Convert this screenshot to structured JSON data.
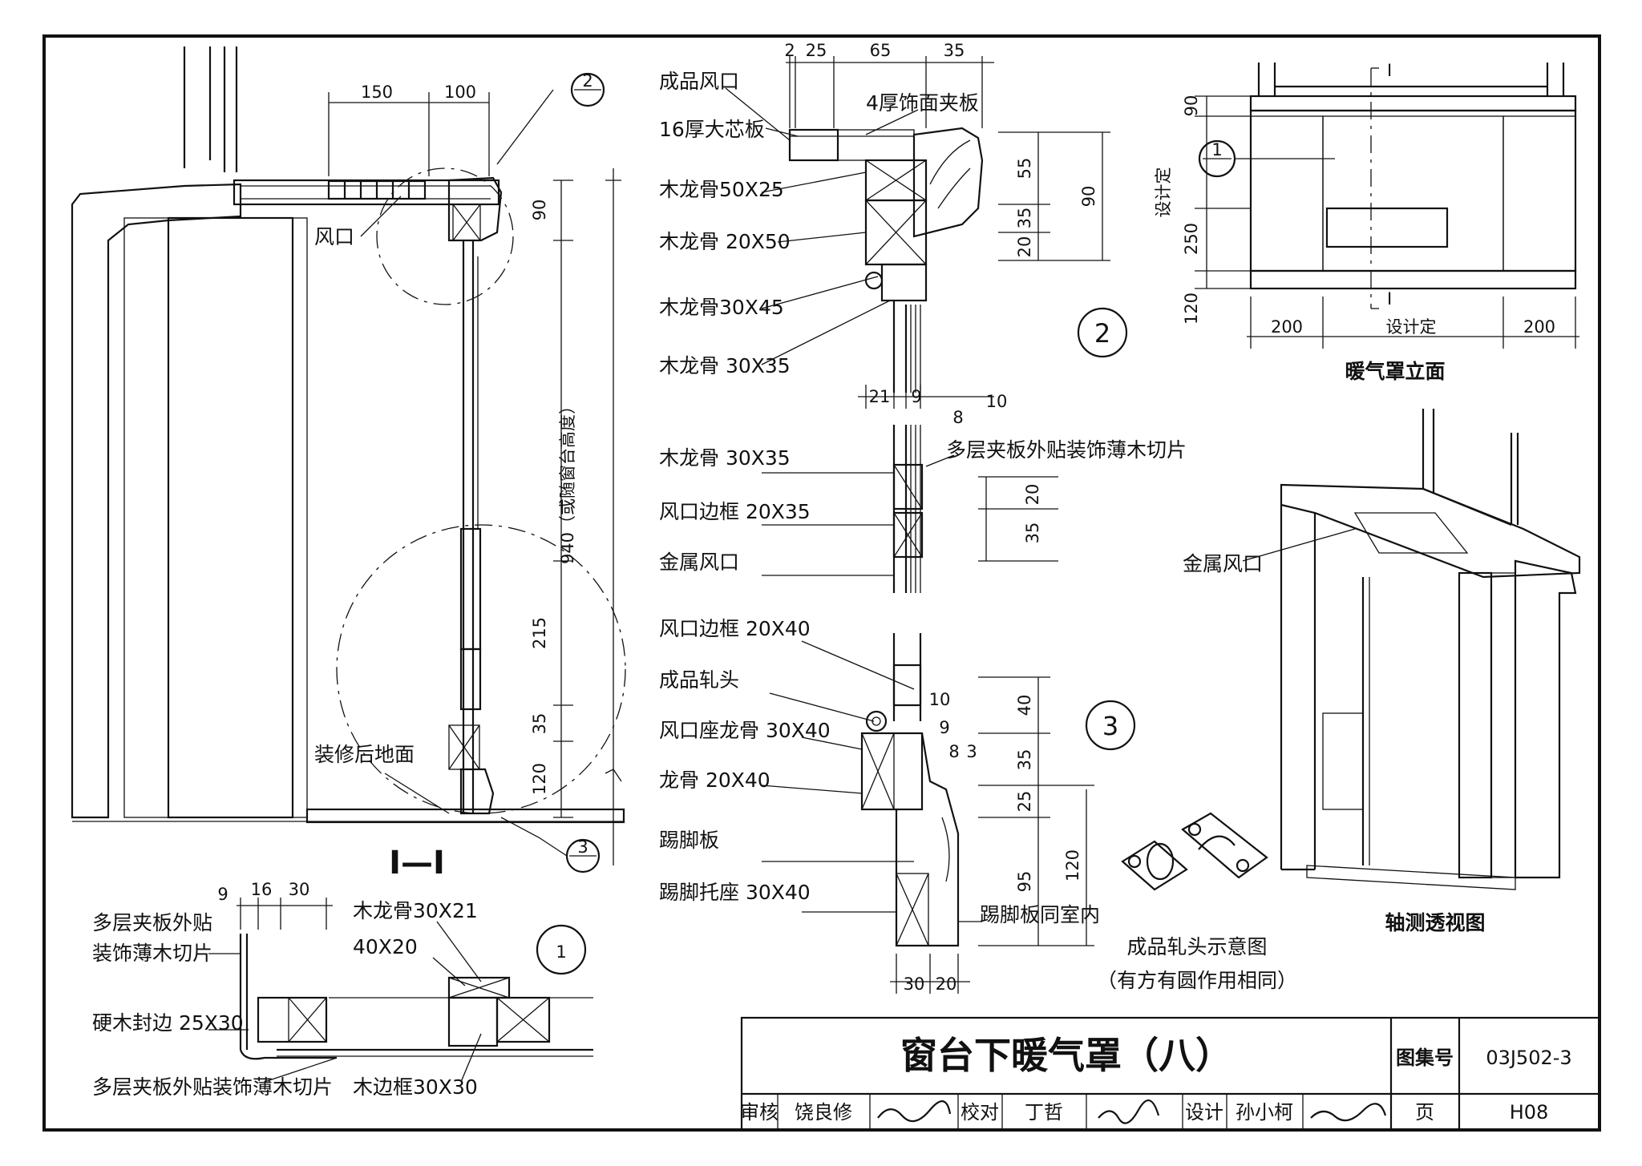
{
  "section_title": "I—I",
  "section_1_1": {
    "dims_top": [
      "150",
      "100"
    ],
    "dim_90": "90",
    "dim_940": "940（或随窗台高度）",
    "dims_bottom": [
      "215",
      "35",
      "120"
    ],
    "label_vent": "风口",
    "label_floor": "装修后地面",
    "callout_2": "2",
    "callout_3": "3"
  },
  "detail_1": {
    "number": "1",
    "dims": [
      "9",
      "16",
      "30"
    ],
    "labels": {
      "plywood_top_a": "多层夹板外贴",
      "plywood_top_b": "装饰薄木切片",
      "hardwood": "硬木封边 25X30",
      "plywood_bottom": "多层夹板外贴装饰薄木切片",
      "keel": "木龙骨30X21",
      "keel2": "40X20",
      "frame": "木边框30X30"
    }
  },
  "detail_2": {
    "number": "2",
    "dims_top": [
      "2",
      "25",
      "65",
      "35"
    ],
    "dims_right": [
      "55",
      "35",
      "20",
      "90"
    ],
    "dims_bottom": [
      "21",
      "9",
      "8",
      "10"
    ],
    "labels": {
      "vent": "成品风口",
      "face": "4厚饰面夹板",
      "board": "16厚大芯板",
      "k1": "木龙骨50X25",
      "k2": "木龙骨 20X50",
      "k3": "木龙骨30X45",
      "k4": "木龙骨 30X35"
    }
  },
  "detail_mid": {
    "dims": [
      "20",
      "35"
    ],
    "labels": {
      "k": "木龙骨 30X35",
      "frame": "风口边框 20X35",
      "metal": "金属风口",
      "ply": "多层夹板外贴装饰薄木切片"
    }
  },
  "detail_3": {
    "number": "3",
    "dims_top": [
      "10",
      "9",
      "8",
      "3"
    ],
    "dims_right": [
      "40",
      "35",
      "25",
      "95",
      "120"
    ],
    "dims_bottom": [
      "30",
      "20"
    ],
    "labels": {
      "frame": "风口边框 20X40",
      "roller": "成品轧头",
      "seat": "风口座龙骨 30X40",
      "keel": "龙骨 20X40",
      "kick": "踢脚板",
      "kick_seat": "踢脚托座 30X40",
      "kick_same": "踢脚板同室内"
    }
  },
  "elevation": {
    "title": "暖气罩立面",
    "dims_left": [
      "90",
      "250",
      "120"
    ],
    "dim_side_label": "设计定",
    "dims_bottom": [
      "200",
      "设计定",
      "200"
    ],
    "cut_label": "I",
    "callout": "1"
  },
  "roller_sketch": {
    "title": "成品轧头示意图",
    "subtitle": "（有方有圆作用相同）"
  },
  "axonometric": {
    "title": "轴测透视图",
    "label_metal": "金属风口"
  },
  "title_block": {
    "title": "窗台下暖气罩（八）",
    "atlas_label": "图集号",
    "atlas_no": "03J502-3",
    "review_label": "审核",
    "reviewer": "饶良修",
    "check_label": "校对",
    "checker": "丁哲",
    "design_label": "设计",
    "designer": "孙小柯",
    "page_label": "页",
    "page_no": "H08"
  }
}
